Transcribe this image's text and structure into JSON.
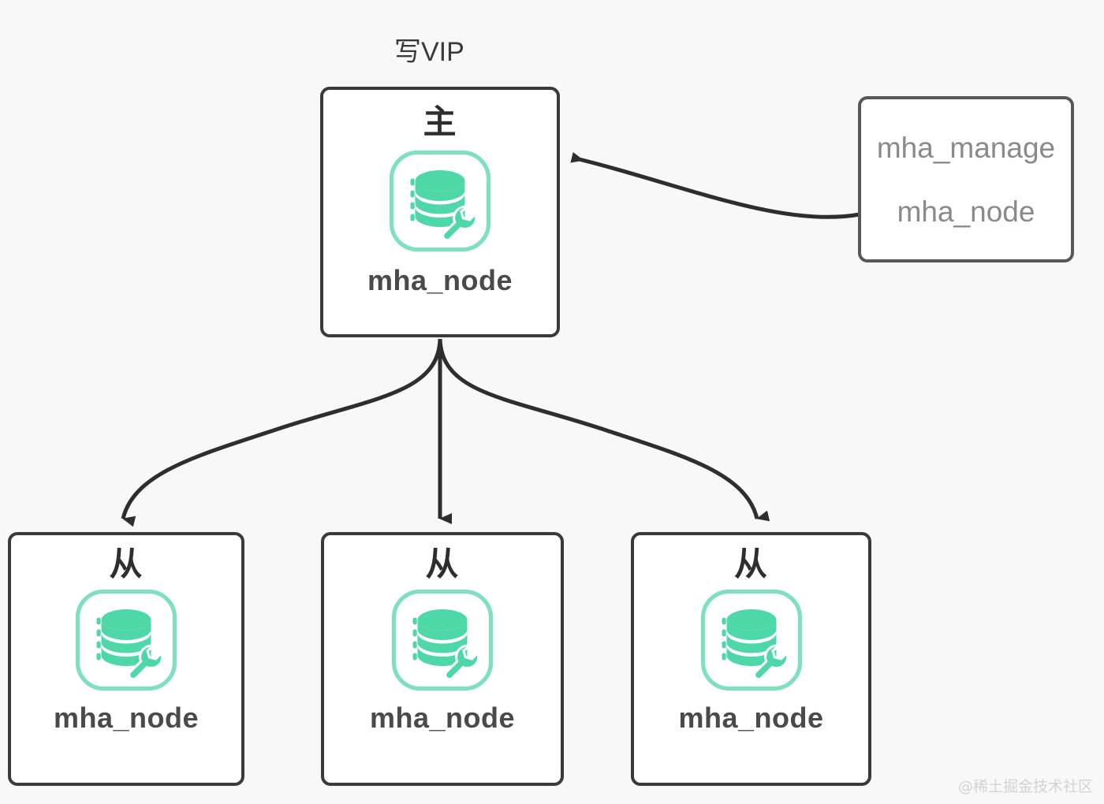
{
  "diagram": {
    "title": "写VIP",
    "background_color": "#f8f8f8",
    "stroke_color": "#3a3a3c",
    "icon_color": "#4ED8A8",
    "icon_outline_color": "#7FE0BD",
    "master": {
      "role_label": "主",
      "caption": "mha_node",
      "icon": "database-wrench-icon"
    },
    "slaves": [
      {
        "role_label": "从",
        "caption": "mha_node",
        "icon": "database-wrench-icon"
      },
      {
        "role_label": "从",
        "caption": "mha_node",
        "icon": "database-wrench-icon"
      },
      {
        "role_label": "从",
        "caption": "mha_node",
        "icon": "database-wrench-icon"
      }
    ],
    "manager": {
      "line1": "mha_manage",
      "line2": "mha_node"
    },
    "edges": [
      {
        "name": "manager-to-master",
        "from": "manager",
        "to": "master",
        "style": "curved-arrow"
      },
      {
        "name": "master-to-slave-1",
        "from": "master",
        "to": "slave-1",
        "style": "curved-arrow"
      },
      {
        "name": "master-to-slave-2",
        "from": "master",
        "to": "slave-2",
        "style": "straight-arrow"
      },
      {
        "name": "master-to-slave-3",
        "from": "master",
        "to": "slave-3",
        "style": "curved-arrow"
      }
    ],
    "watermark": "@稀土掘金技术社区"
  }
}
